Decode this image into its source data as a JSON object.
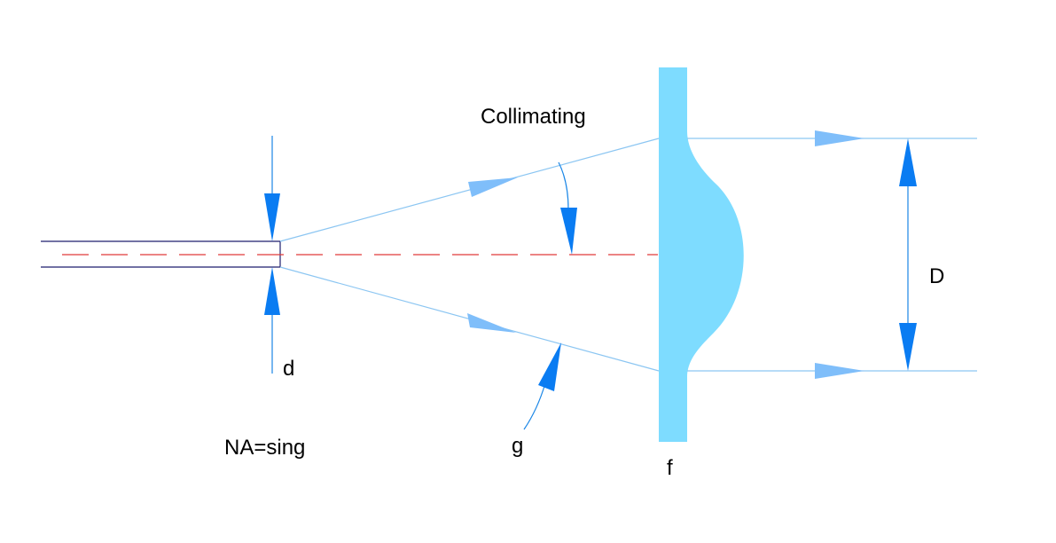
{
  "labels": {
    "title": "Collimating",
    "diameter_input": "d",
    "diameter_output": "D",
    "angle": "g",
    "focal_length": "f",
    "numerical_aperture": "NA=sing"
  },
  "colors": {
    "fiber_outline": "#1f1f6e",
    "optical_axis": "#e03a3a",
    "ray": "#8cc6f2",
    "ray_arrow": "#7fbefa",
    "dimension": "#1a86e6",
    "dimension_arrow": "#0a7cf2",
    "lens_fill": "#7edcff",
    "text": "#000000"
  }
}
